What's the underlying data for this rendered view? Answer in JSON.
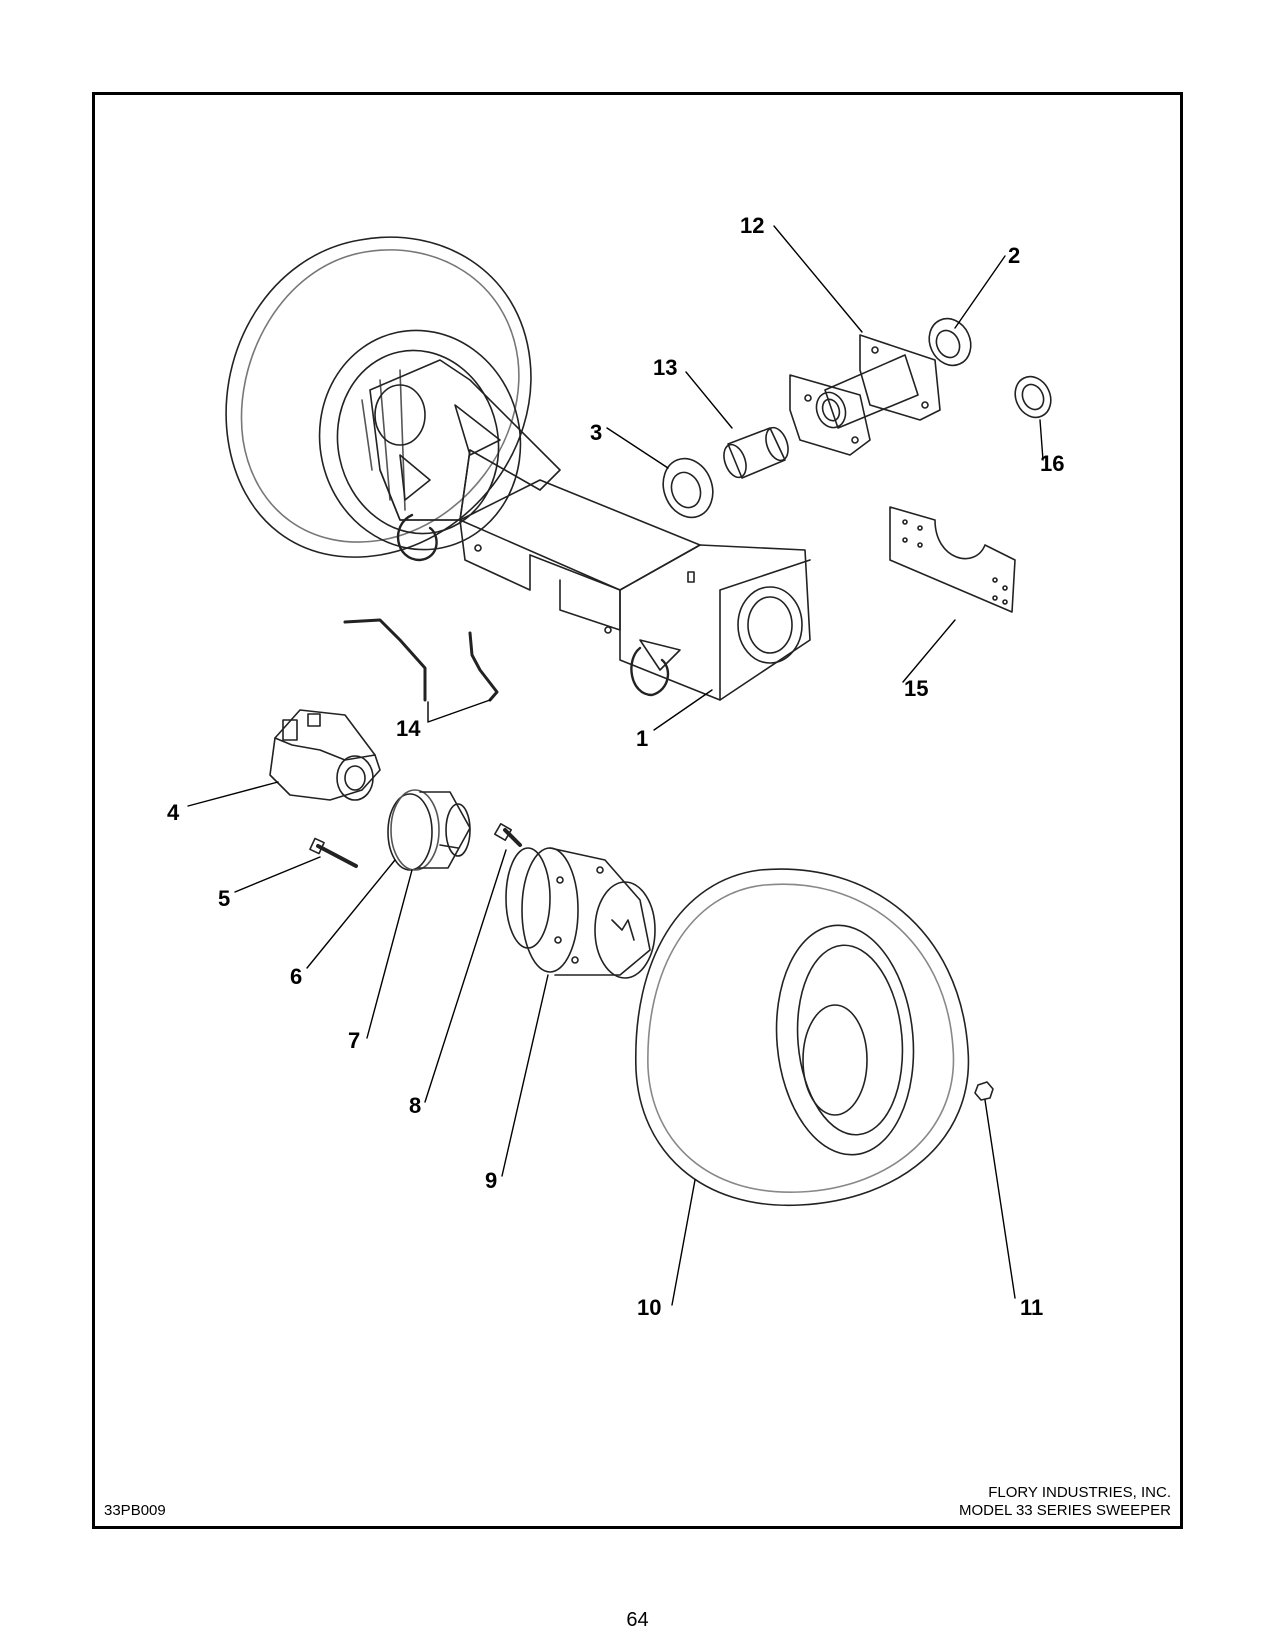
{
  "drawing_number": "33PB009",
  "company_block": {
    "line1": "FLORY INDUSTRIES, INC.",
    "line2": "MODEL 33 SERIES SWEEPER"
  },
  "page_number": "64",
  "callouts": [
    "1",
    "2",
    "3",
    "4",
    "5",
    "6",
    "7",
    "8",
    "9",
    "10",
    "11",
    "12",
    "13",
    "14",
    "15",
    "16"
  ],
  "parts": [
    {
      "id": "1",
      "depicts": "axle frame weldment"
    },
    {
      "id": "2",
      "depicts": "bearing"
    },
    {
      "id": "3",
      "depicts": "bearing"
    },
    {
      "id": "4",
      "depicts": "hydraulic wheel motor"
    },
    {
      "id": "5",
      "depicts": "bolt"
    },
    {
      "id": "6",
      "depicts": "spacer"
    },
    {
      "id": "7",
      "depicts": "spacer"
    },
    {
      "id": "8",
      "depicts": "bolt"
    },
    {
      "id": "9",
      "depicts": "wheel hub"
    },
    {
      "id": "10",
      "depicts": "tire and wheel"
    },
    {
      "id": "11",
      "depicts": "lug nut"
    },
    {
      "id": "12",
      "depicts": "pivot mount"
    },
    {
      "id": "13",
      "depicts": "bushing"
    },
    {
      "id": "14",
      "depicts": "hydraulic hoses"
    },
    {
      "id": "15",
      "depicts": "mounting plate"
    },
    {
      "id": "16",
      "depicts": "washer"
    }
  ]
}
